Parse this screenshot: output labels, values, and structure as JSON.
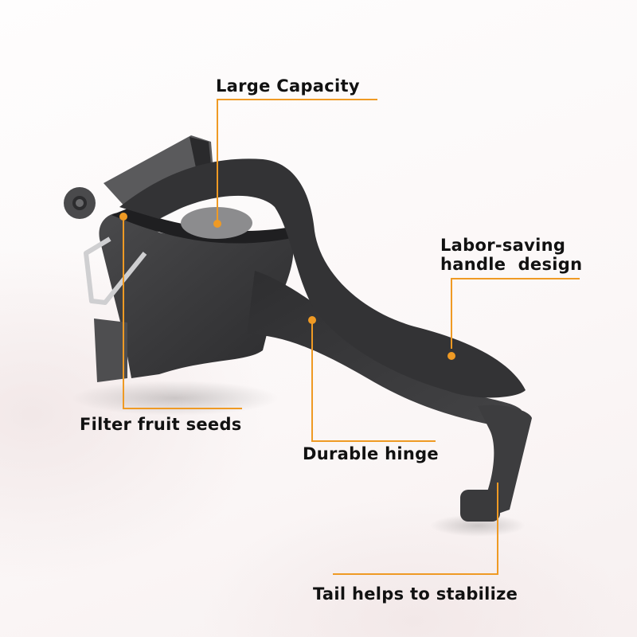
{
  "accent_color": "#ef9a24",
  "callouts": [
    {
      "id": "large-capacity",
      "label": "Large Capacity"
    },
    {
      "id": "labor-saving",
      "label_line1": "Labor-saving",
      "label_line2": "handle  design"
    },
    {
      "id": "filter-seeds",
      "label": "Filter fruit seeds"
    },
    {
      "id": "durable-hinge",
      "label": "Durable hinge"
    },
    {
      "id": "tail-stabilize",
      "label": "Tail helps to stabilize"
    }
  ],
  "product": {
    "name": "manual citrus juicer",
    "color": "#3a3a3c"
  }
}
